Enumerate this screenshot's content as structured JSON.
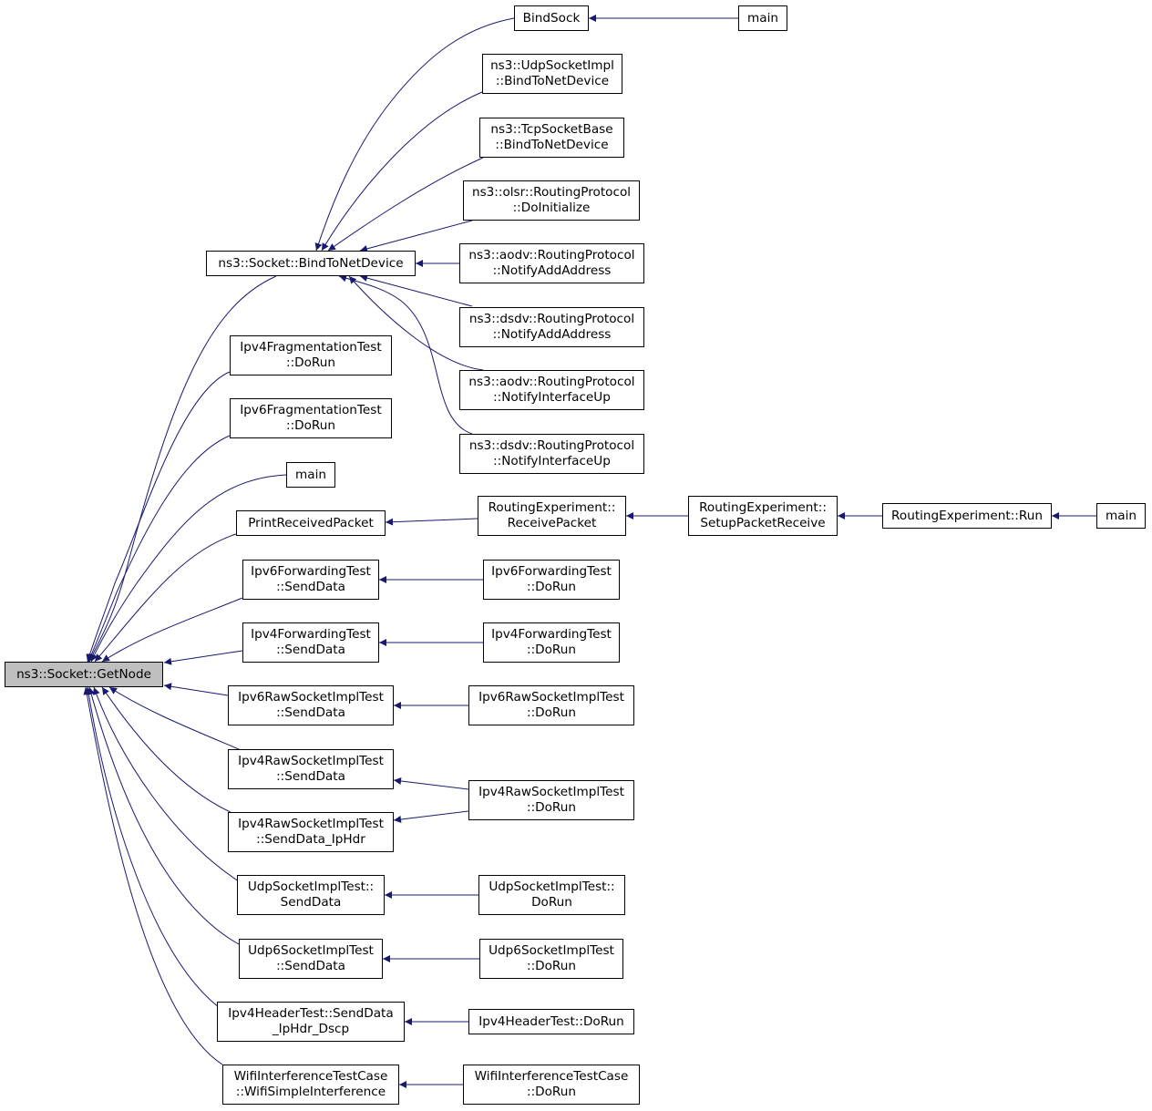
{
  "diagram": {
    "title": "",
    "edge_color": "#191970",
    "root_fill": "#bfbfbf",
    "nodes": {
      "getnode": {
        "lines": [
          "ns3::Socket::GetNode"
        ],
        "root": true
      },
      "bindtonetdevice": {
        "lines": [
          "ns3::Socket::BindToNetDevice"
        ]
      },
      "bindsock": {
        "lines": [
          "BindSock"
        ]
      },
      "main_bindsock": {
        "lines": [
          "main"
        ]
      },
      "udpsocketimpl_bind": {
        "lines": [
          "ns3::UdpSocketImpl",
          "::BindToNetDevice"
        ]
      },
      "tcpsocketbase_bind": {
        "lines": [
          "ns3::TcpSocketBase",
          "::BindToNetDevice"
        ]
      },
      "olsr_doinit": {
        "lines": [
          "ns3::olsr::RoutingProtocol",
          "::DoInitialize"
        ]
      },
      "aodv_notifyadd": {
        "lines": [
          "ns3::aodv::RoutingProtocol",
          "::NotifyAddAddress"
        ]
      },
      "dsdv_notifyadd": {
        "lines": [
          "ns3::dsdv::RoutingProtocol",
          "::NotifyAddAddress"
        ]
      },
      "aodv_notifyup": {
        "lines": [
          "ns3::aodv::RoutingProtocol",
          "::NotifyInterfaceUp"
        ]
      },
      "dsdv_notifyup": {
        "lines": [
          "ns3::dsdv::RoutingProtocol",
          "::NotifyInterfaceUp"
        ]
      },
      "ipv4frag_dorun": {
        "lines": [
          "Ipv4FragmentationTest",
          "::DoRun"
        ]
      },
      "ipv6frag_dorun": {
        "lines": [
          "Ipv6FragmentationTest",
          "::DoRun"
        ]
      },
      "main_mid": {
        "lines": [
          "main"
        ]
      },
      "printreceived": {
        "lines": [
          "PrintReceivedPacket"
        ]
      },
      "re_receive": {
        "lines": [
          "RoutingExperiment::",
          "ReceivePacket"
        ]
      },
      "re_setup": {
        "lines": [
          "RoutingExperiment::",
          "SetupPacketReceive"
        ]
      },
      "re_run": {
        "lines": [
          "RoutingExperiment::Run"
        ]
      },
      "main_right": {
        "lines": [
          "main"
        ]
      },
      "ipv6fwd_send": {
        "lines": [
          "Ipv6ForwardingTest",
          "::SendData"
        ]
      },
      "ipv6fwd_dorun": {
        "lines": [
          "Ipv6ForwardingTest",
          "::DoRun"
        ]
      },
      "ipv4fwd_send": {
        "lines": [
          "Ipv4ForwardingTest",
          "::SendData"
        ]
      },
      "ipv4fwd_dorun": {
        "lines": [
          "Ipv4ForwardingTest",
          "::DoRun"
        ]
      },
      "ipv6raw_send": {
        "lines": [
          "Ipv6RawSocketImplTest",
          "::SendData"
        ]
      },
      "ipv6raw_dorun": {
        "lines": [
          "Ipv6RawSocketImplTest",
          "::DoRun"
        ]
      },
      "ipv4raw_send": {
        "lines": [
          "Ipv4RawSocketImplTest",
          "::SendData"
        ]
      },
      "ipv4raw_sendhdr": {
        "lines": [
          "Ipv4RawSocketImplTest",
          "::SendData_IpHdr"
        ]
      },
      "ipv4raw_dorun": {
        "lines": [
          "Ipv4RawSocketImplTest",
          "::DoRun"
        ]
      },
      "udp_send": {
        "lines": [
          "UdpSocketImplTest::",
          "SendData"
        ]
      },
      "udp_dorun": {
        "lines": [
          "UdpSocketImplTest::",
          "DoRun"
        ]
      },
      "udp6_send": {
        "lines": [
          "Udp6SocketImplTest",
          "::SendData"
        ]
      },
      "udp6_dorun": {
        "lines": [
          "Udp6SocketImplTest",
          "::DoRun"
        ]
      },
      "ipv4hdr_send": {
        "lines": [
          "Ipv4HeaderTest::SendData",
          "_IpHdr_Dscp"
        ]
      },
      "ipv4hdr_dorun": {
        "lines": [
          "Ipv4HeaderTest::DoRun"
        ]
      },
      "wifi_simple": {
        "lines": [
          "WifiInterferenceTestCase",
          "::WifiSimpleInterference"
        ]
      },
      "wifi_dorun": {
        "lines": [
          "WifiInterferenceTestCase",
          "::DoRun"
        ]
      }
    }
  }
}
